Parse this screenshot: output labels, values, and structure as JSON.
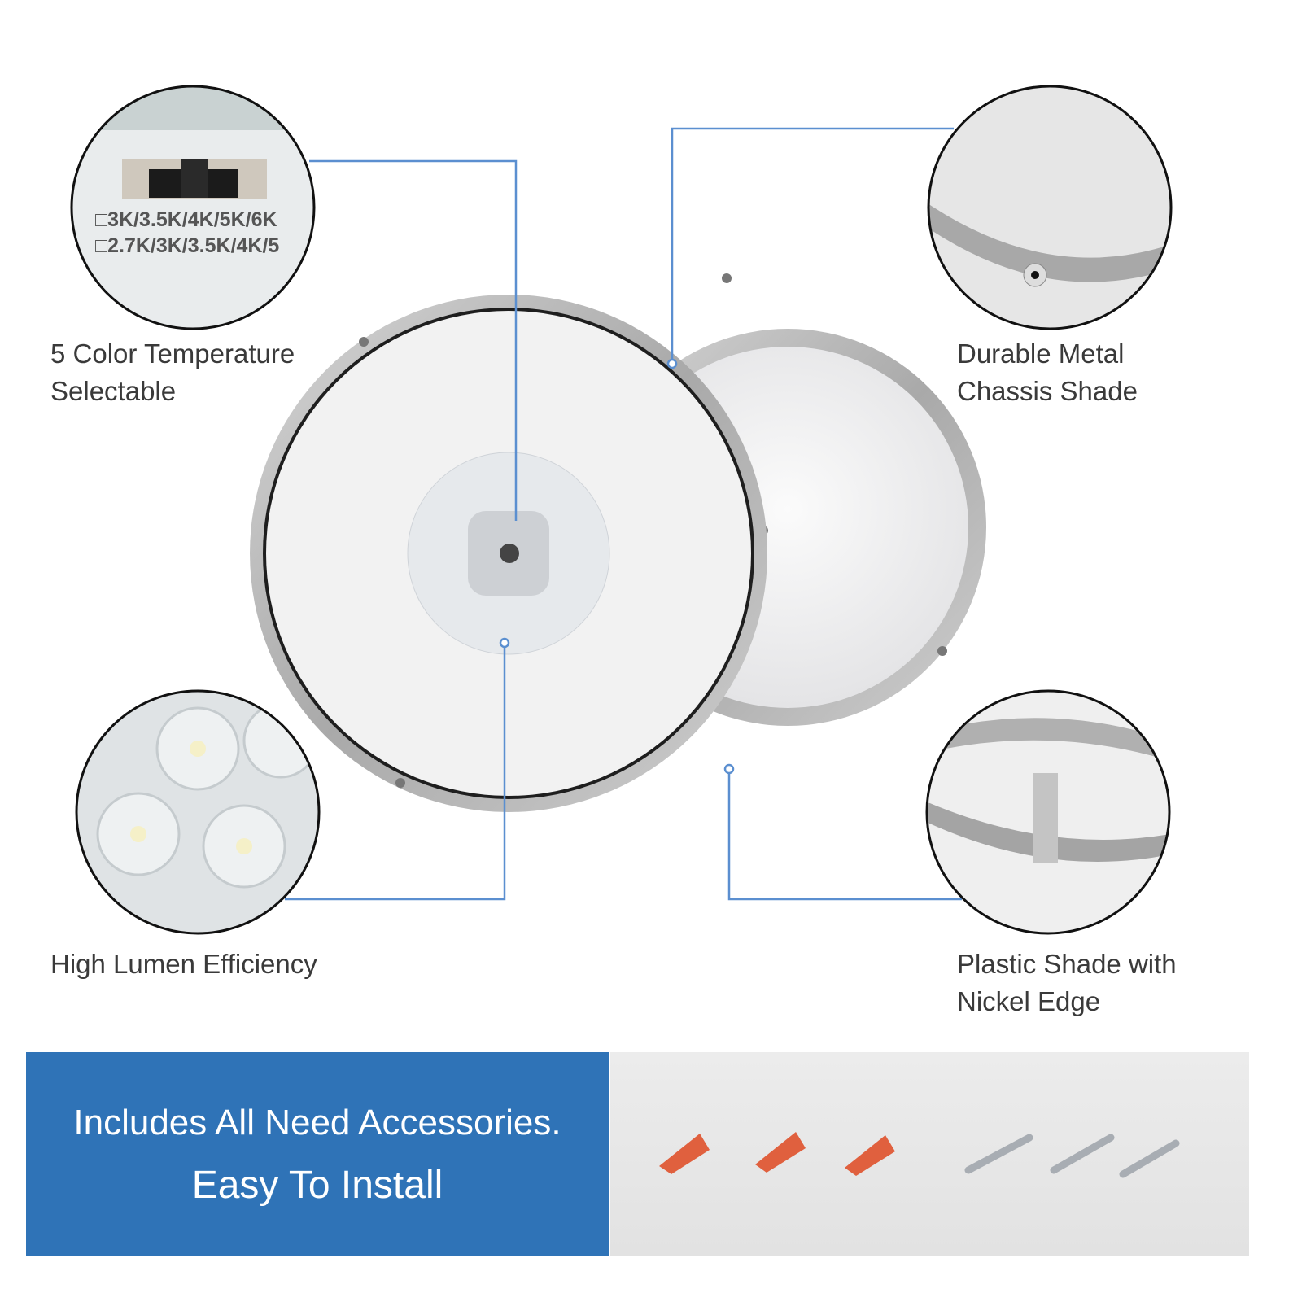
{
  "features": [
    {
      "label_line1": "5 Color Temperature",
      "label_line2": "Selectable"
    },
    {
      "label_line1": "Durable Metal",
      "label_line2": "Chassis Shade"
    },
    {
      "label_line1": "High Lumen Efficiency",
      "label_line2": ""
    },
    {
      "label_line1": "Plastic Shade with",
      "label_line2": "Nickel Edge"
    }
  ],
  "switch_labels": [
    "□3K/3.5K/4K/5K/6K",
    "□2.7K/3K/3.5K/4K/5"
  ],
  "banner": {
    "line1": "Includes All Need Accessories.",
    "line2": "Easy To Install"
  },
  "colors": {
    "accent_blue": "#2f73b7",
    "callout_line": "#5b8fd0",
    "nickel": "#b5b5b5"
  }
}
